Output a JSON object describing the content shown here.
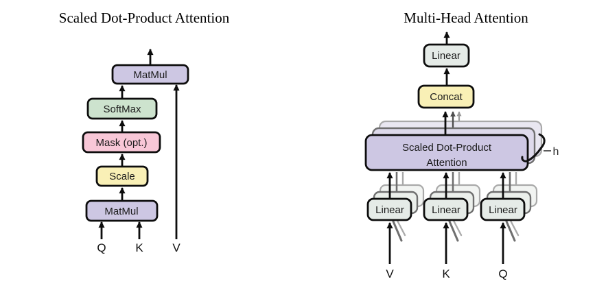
{
  "page": {
    "background": "#ffffff"
  },
  "colors": {
    "box_purple": "#cdc7e3",
    "box_green": "#cde3ce",
    "box_pink": "#f8c7d7",
    "box_yellow": "#f9f0b6",
    "box_gray": "#e5ebe7",
    "outline": "#0d0d0d"
  },
  "sdpa": {
    "title": "Scaled Dot-Product Attention",
    "matmul_top": "MatMul",
    "softmax": "SoftMax",
    "mask": "Mask (opt.)",
    "scale": "Scale",
    "matmul_bottom": "MatMul",
    "input_q": "Q",
    "input_k": "K",
    "input_v": "V"
  },
  "mha": {
    "title": "Multi-Head Attention",
    "linear_out": "Linear",
    "concat": "Concat",
    "sdpa_line1": "Scaled Dot-Product",
    "sdpa_line2": "Attention",
    "linear_v": "Linear",
    "linear_k": "Linear",
    "linear_q": "Linear",
    "heads_label": "h",
    "input_v": "V",
    "input_k": "K",
    "input_q": "Q"
  }
}
